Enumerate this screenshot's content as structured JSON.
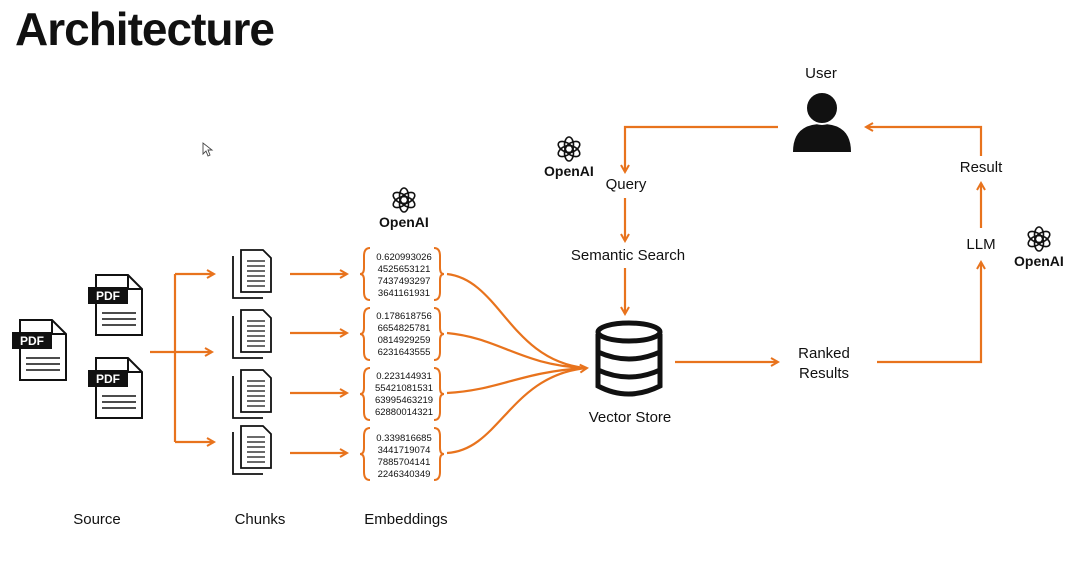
{
  "title": "Architecture",
  "labels": {
    "source": "Source",
    "chunks": "Chunks",
    "embeddings": "Embeddings",
    "user": "User",
    "query": "Query",
    "semantic_search": "Semantic Search",
    "vector_store": "Vector Store",
    "ranked_line1": "Ranked",
    "ranked_line2": "Results",
    "llm": "LLM",
    "result": "Result",
    "pdf": "PDF"
  },
  "openai": {
    "label": "OpenAI"
  },
  "embeddings": [
    [
      "0.620993026",
      "4525653121",
      "7437493297",
      "3641161931"
    ],
    [
      "0.178618756",
      "6654825781",
      "0814929259",
      "6231643555"
    ],
    [
      "0.223144931",
      "55421081531",
      "63995463219",
      "62880014321"
    ],
    [
      "0.339816685",
      "3441719074",
      "7885704141",
      "2246340349"
    ]
  ],
  "colors": {
    "arrow": "#e8731d",
    "icon": "#111111",
    "background": "#ffffff"
  },
  "icons": {
    "document": "pdf-document-icon",
    "chunk": "text-document-icon",
    "database": "database-icon",
    "user": "user-icon",
    "openai": "openai-logo-icon",
    "cursor": "mouse-cursor-icon"
  }
}
